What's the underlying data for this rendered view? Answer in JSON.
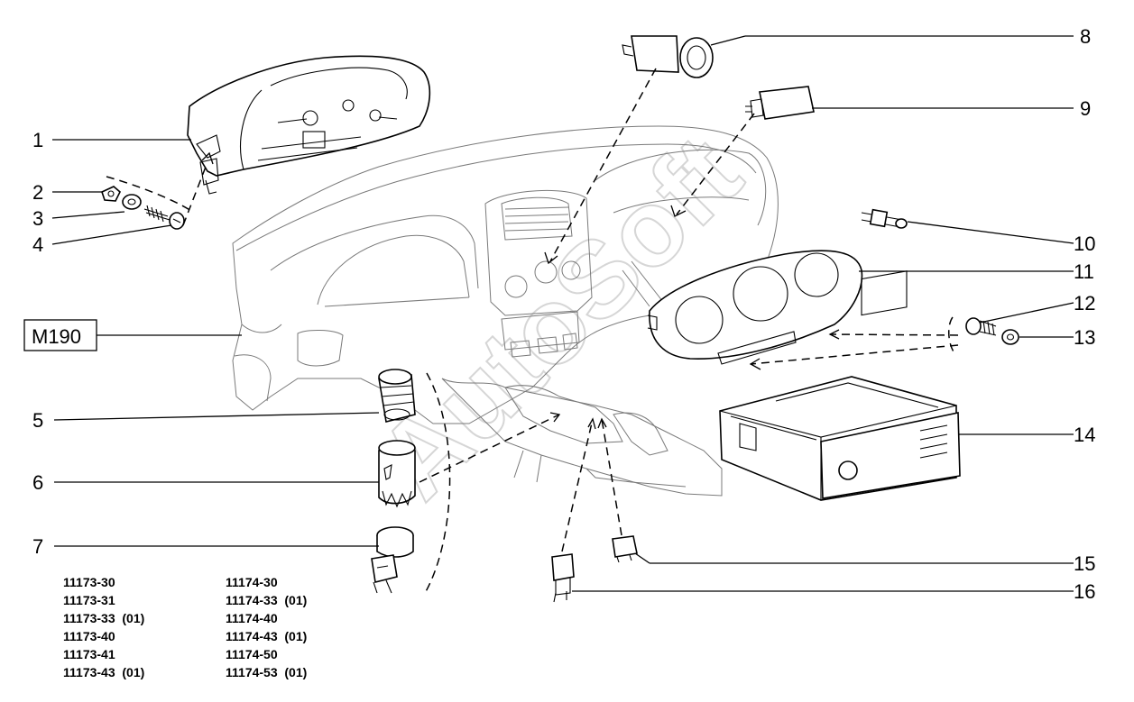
{
  "watermark": "AutoSoft",
  "box_label": "M190",
  "callouts": [
    {
      "id": "1",
      "label": "1"
    },
    {
      "id": "2",
      "label": "2"
    },
    {
      "id": "3",
      "label": "3"
    },
    {
      "id": "4",
      "label": "4"
    },
    {
      "id": "5",
      "label": "5"
    },
    {
      "id": "6",
      "label": "6"
    },
    {
      "id": "7",
      "label": "7"
    },
    {
      "id": "8",
      "label": "8"
    },
    {
      "id": "9",
      "label": "9"
    },
    {
      "id": "10",
      "label": "10"
    },
    {
      "id": "11",
      "label": "11"
    },
    {
      "id": "12",
      "label": "12"
    },
    {
      "id": "13",
      "label": "13"
    },
    {
      "id": "14",
      "label": "14"
    },
    {
      "id": "15",
      "label": "15"
    },
    {
      "id": "16",
      "label": "16"
    }
  ],
  "model_codes": {
    "left": [
      "11173-30",
      "11173-31",
      "11173-33  (01)",
      "11173-40",
      "11173-41",
      "11173-43  (01)"
    ],
    "right": [
      "11174-30",
      "11174-33  (01)",
      "11174-40",
      "11174-43  (01)",
      "11174-50",
      "11174-53  (01)"
    ]
  }
}
